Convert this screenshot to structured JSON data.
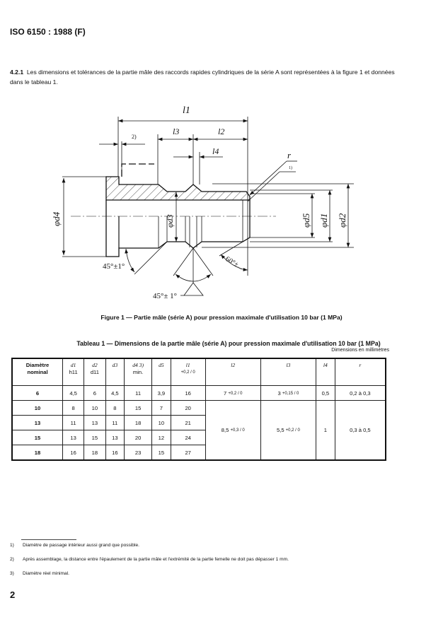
{
  "header": {
    "title": "ISO 6150 : 1988 (F)"
  },
  "section": {
    "number": "4.2.1",
    "text": "Les dimensions et tolérances de la partie mâle des raccords rapides cylindriques de la série A sont représentées à la figure 1 et données dans le tableau 1."
  },
  "figure": {
    "labels": {
      "l1": "l1",
      "l2": "l2",
      "l3": "l3",
      "l4": "l4",
      "note2": "2)",
      "r": "r",
      "note1": "1)",
      "d4": "φd4",
      "d3": "φd3",
      "d5": "φd5",
      "d1": "φd1",
      "d2": "φd2",
      "angle_left": "45°±1°",
      "angle_bottom": "45°± 1°",
      "angle_right": "60°±..."
    },
    "caption": "Figure 1 — Partie mâle (série A) pour pression maximale d'utilisation 10 bar (1 MPa)"
  },
  "table": {
    "caption": "Tableau 1 — Dimensions de la partie mâle (série A) pour pression maximale d'utilisation 10 bar (1 MPa)",
    "units": "Dimensions en millimètres",
    "headers": [
      {
        "main": "Diamètre",
        "sub": "nominal"
      },
      {
        "main": "d1",
        "sub": "h11"
      },
      {
        "main": "d2",
        "sub": "d11"
      },
      {
        "main": "d3",
        "sub": ""
      },
      {
        "main": "d4 3)",
        "sub": "min."
      },
      {
        "main": "d5",
        "sub": ""
      },
      {
        "main": "l1",
        "sub": "+0,2 / 0"
      },
      {
        "main": "l2",
        "sub": ""
      },
      {
        "main": "l3",
        "sub": ""
      },
      {
        "main": "l4",
        "sub": ""
      },
      {
        "main": "r",
        "sub": ""
      }
    ],
    "rows": [
      [
        "6",
        "4,5",
        "6",
        "4,5",
        "11",
        "3,9",
        "16"
      ],
      [
        "10",
        "8",
        "10",
        "8",
        "15",
        "7",
        "20"
      ],
      [
        "13",
        "11",
        "13",
        "11",
        "18",
        "10",
        "21"
      ],
      [
        "15",
        "13",
        "15",
        "13",
        "20",
        "12",
        "24"
      ],
      [
        "18",
        "16",
        "18",
        "16",
        "23",
        "15",
        "27"
      ]
    ],
    "row6_extra": {
      "l2": "7",
      "l2_tol": "+0,2 / 0",
      "l3": "3",
      "l3_tol": "+0,15 / 0",
      "l4": "0,5",
      "r": "0,2 à 0,3"
    },
    "merged": {
      "l2": "8,5",
      "l2_tol": "+0,3 / 0",
      "l3": "5,5",
      "l3_tol": "+0,2 / 0",
      "l4": "1",
      "r": "0,3 à 0,5"
    }
  },
  "footnotes": [
    {
      "n": "1)",
      "text": "Diamètre de passage intérieur aussi grand que possible."
    },
    {
      "n": "2)",
      "text": "Après assemblage, la distance entre l'épaulement de la partie mâle et l'extrémité de la partie femelle ne doit pas dépasser 1 mm."
    },
    {
      "n": "3)",
      "text": "Diamètre réel minimal."
    }
  ],
  "page_number": "2"
}
